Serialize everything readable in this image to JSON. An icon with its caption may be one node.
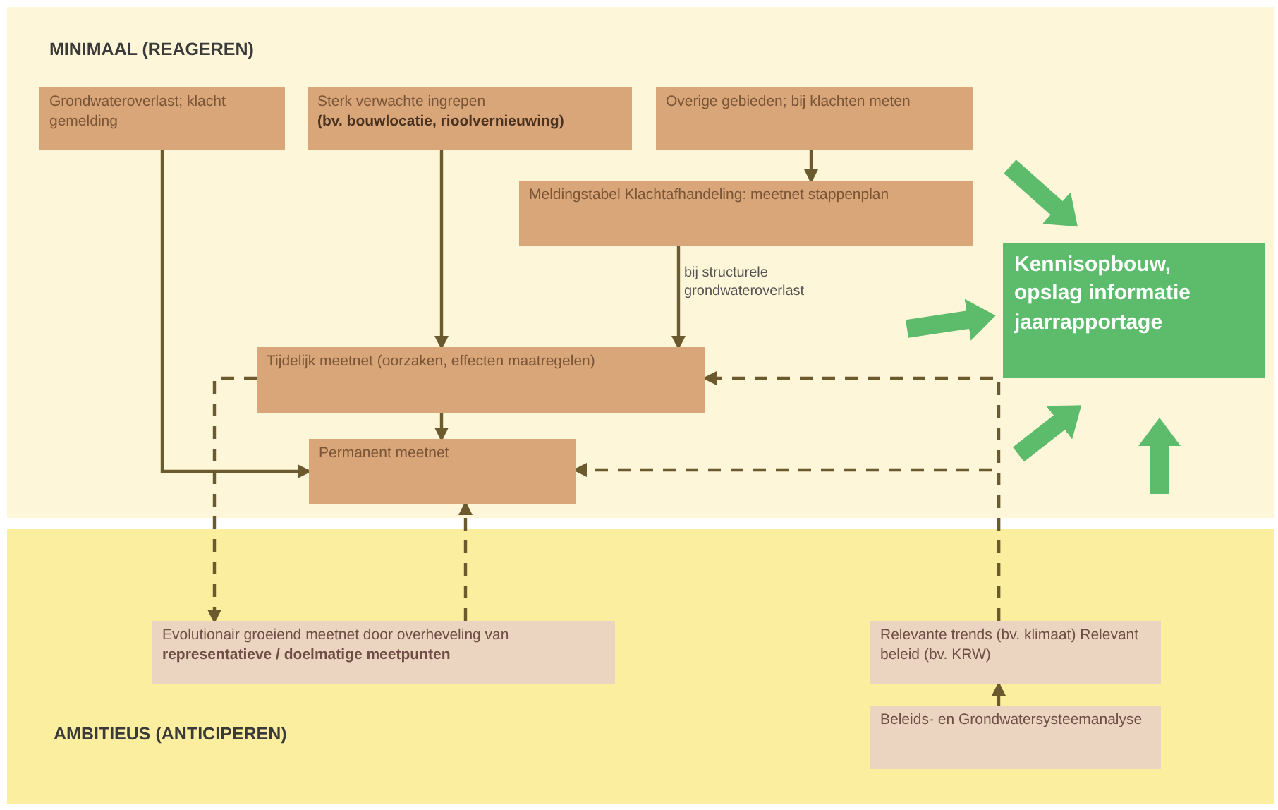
{
  "diagram": {
    "nodes": [
      {
        "text": [
          "Grondwateroverlast; klacht gemelding"
        ]
      },
      {
        "text": [
          "Sterk verwachte ingrepen",
          "(bv. bouwlocatie, rioolvernieuwing)"
        ]
      },
      {
        "text": [
          "Overige gebieden; bij klachten meten"
        ]
      },
      {
        "text": [
          "Meldingstabel Klachtafhandeling: meetnet stappenplan"
        ]
      },
      {
        "text": [
          "Tijdelijk meetnet (oorzaken, effecten maatregelen)"
        ]
      },
      {
        "text": [
          "Permanent meetnet"
        ]
      },
      {
        "text": [
          "Evolutionair groeiend meetnet door overheveling van **representatieve / doelmatige meetpunten**"
        ]
      },
      {
        "text": [
          "Relevante trends (bv. klimaat) Relevant beleid (bv. KRW)"
        ]
      },
      {
        "text": [
          "Beleids- en Grondwatersysteemanalyse"
        ]
      },
      {
        "text": [
          "Kennisopbouw, opslag informatie jaarrapportage"
        ]
      }
    ],
    "edges": [
      {
        "from": 0,
        "to": 5,
        "arrow": "to"
      },
      {
        "from": 1,
        "to": 4,
        "arrow": "to"
      },
      {
        "from": 2,
        "to": 3,
        "arrow": "to"
      },
      {
        "from": 3,
        "to": 4,
        "arrow": "to",
        "label": "bij structurele grondwateroverlast"
      },
      {
        "from": 4,
        "to": 5,
        "arrow": "to"
      },
      {
        "from": 4,
        "to": 6,
        "arrow": "to",
        "style": "dashed"
      },
      {
        "from": 6,
        "to": 5,
        "arrow": "to",
        "style": "dashed"
      },
      {
        "from": 7,
        "to": 4,
        "arrow": "to",
        "style": "dashed"
      },
      {
        "from": 7,
        "to": 5,
        "arrow": "to",
        "style": "dashed"
      },
      {
        "from": 8,
        "to": 7,
        "arrow": "to"
      },
      {
        "from": null,
        "to": 9,
        "arrow": "to",
        "style": "thick",
        "color": "#5dbb6c"
      },
      {
        "from": null,
        "to": 9,
        "arrow": "to",
        "style": "thick",
        "color": "#5dbb6c"
      },
      {
        "from": null,
        "to": 9,
        "arrow": "to",
        "style": "thick",
        "color": "#5dbb6c"
      },
      {
        "from": null,
        "to": 9,
        "arrow": "to",
        "style": "thick",
        "color": "#5dbb6c"
      }
    ],
    "labels": [
      "MINIMAAL (REAGEREN)",
      "AMBITIEUS (ANTICIPEREN)"
    ]
  }
}
